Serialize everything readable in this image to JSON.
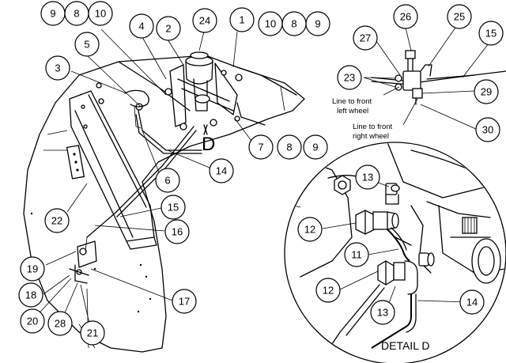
{
  "callouts": [
    {
      "id": "c9a",
      "label": "9"
    },
    {
      "id": "c8a",
      "label": "8"
    },
    {
      "id": "c10a",
      "label": "10"
    },
    {
      "id": "c4",
      "label": "4"
    },
    {
      "id": "c24",
      "label": "24"
    },
    {
      "id": "c2",
      "label": "2"
    },
    {
      "id": "c1",
      "label": "1"
    },
    {
      "id": "c10b",
      "label": "10"
    },
    {
      "id": "c8b",
      "label": "8"
    },
    {
      "id": "c9b",
      "label": "9"
    },
    {
      "id": "c5",
      "label": "5"
    },
    {
      "id": "c3",
      "label": "3"
    },
    {
      "id": "c7",
      "label": "7"
    },
    {
      "id": "c8c",
      "label": "8"
    },
    {
      "id": "c9c",
      "label": "9"
    },
    {
      "id": "c14a",
      "label": "14"
    },
    {
      "id": "c6",
      "label": "6"
    },
    {
      "id": "c15a",
      "label": "15"
    },
    {
      "id": "c22",
      "label": "22"
    },
    {
      "id": "c16",
      "label": "16"
    },
    {
      "id": "c19",
      "label": "19"
    },
    {
      "id": "c18",
      "label": "18"
    },
    {
      "id": "c17",
      "label": "17"
    },
    {
      "id": "c20",
      "label": "20"
    },
    {
      "id": "c28",
      "label": "28"
    },
    {
      "id": "c21",
      "label": "21"
    },
    {
      "id": "c26",
      "label": "26"
    },
    {
      "id": "c25",
      "label": "25"
    },
    {
      "id": "c27",
      "label": "27"
    },
    {
      "id": "c15b",
      "label": "15"
    },
    {
      "id": "c23",
      "label": "23"
    },
    {
      "id": "c29",
      "label": "29"
    },
    {
      "id": "c30",
      "label": "30"
    },
    {
      "id": "c13a",
      "label": "13"
    },
    {
      "id": "c12a",
      "label": "12"
    },
    {
      "id": "c11",
      "label": "11"
    },
    {
      "id": "c12b",
      "label": "12"
    },
    {
      "id": "c13b",
      "label": "13"
    },
    {
      "id": "c14b",
      "label": "14"
    }
  ],
  "view_marker": "D",
  "notes": {
    "front_left_line1": "Line to front",
    "front_left_line2": "left wheel",
    "front_right_line1": "Line to front",
    "front_right_line2": "right wheel"
  },
  "detail_title": "DETAIL D"
}
